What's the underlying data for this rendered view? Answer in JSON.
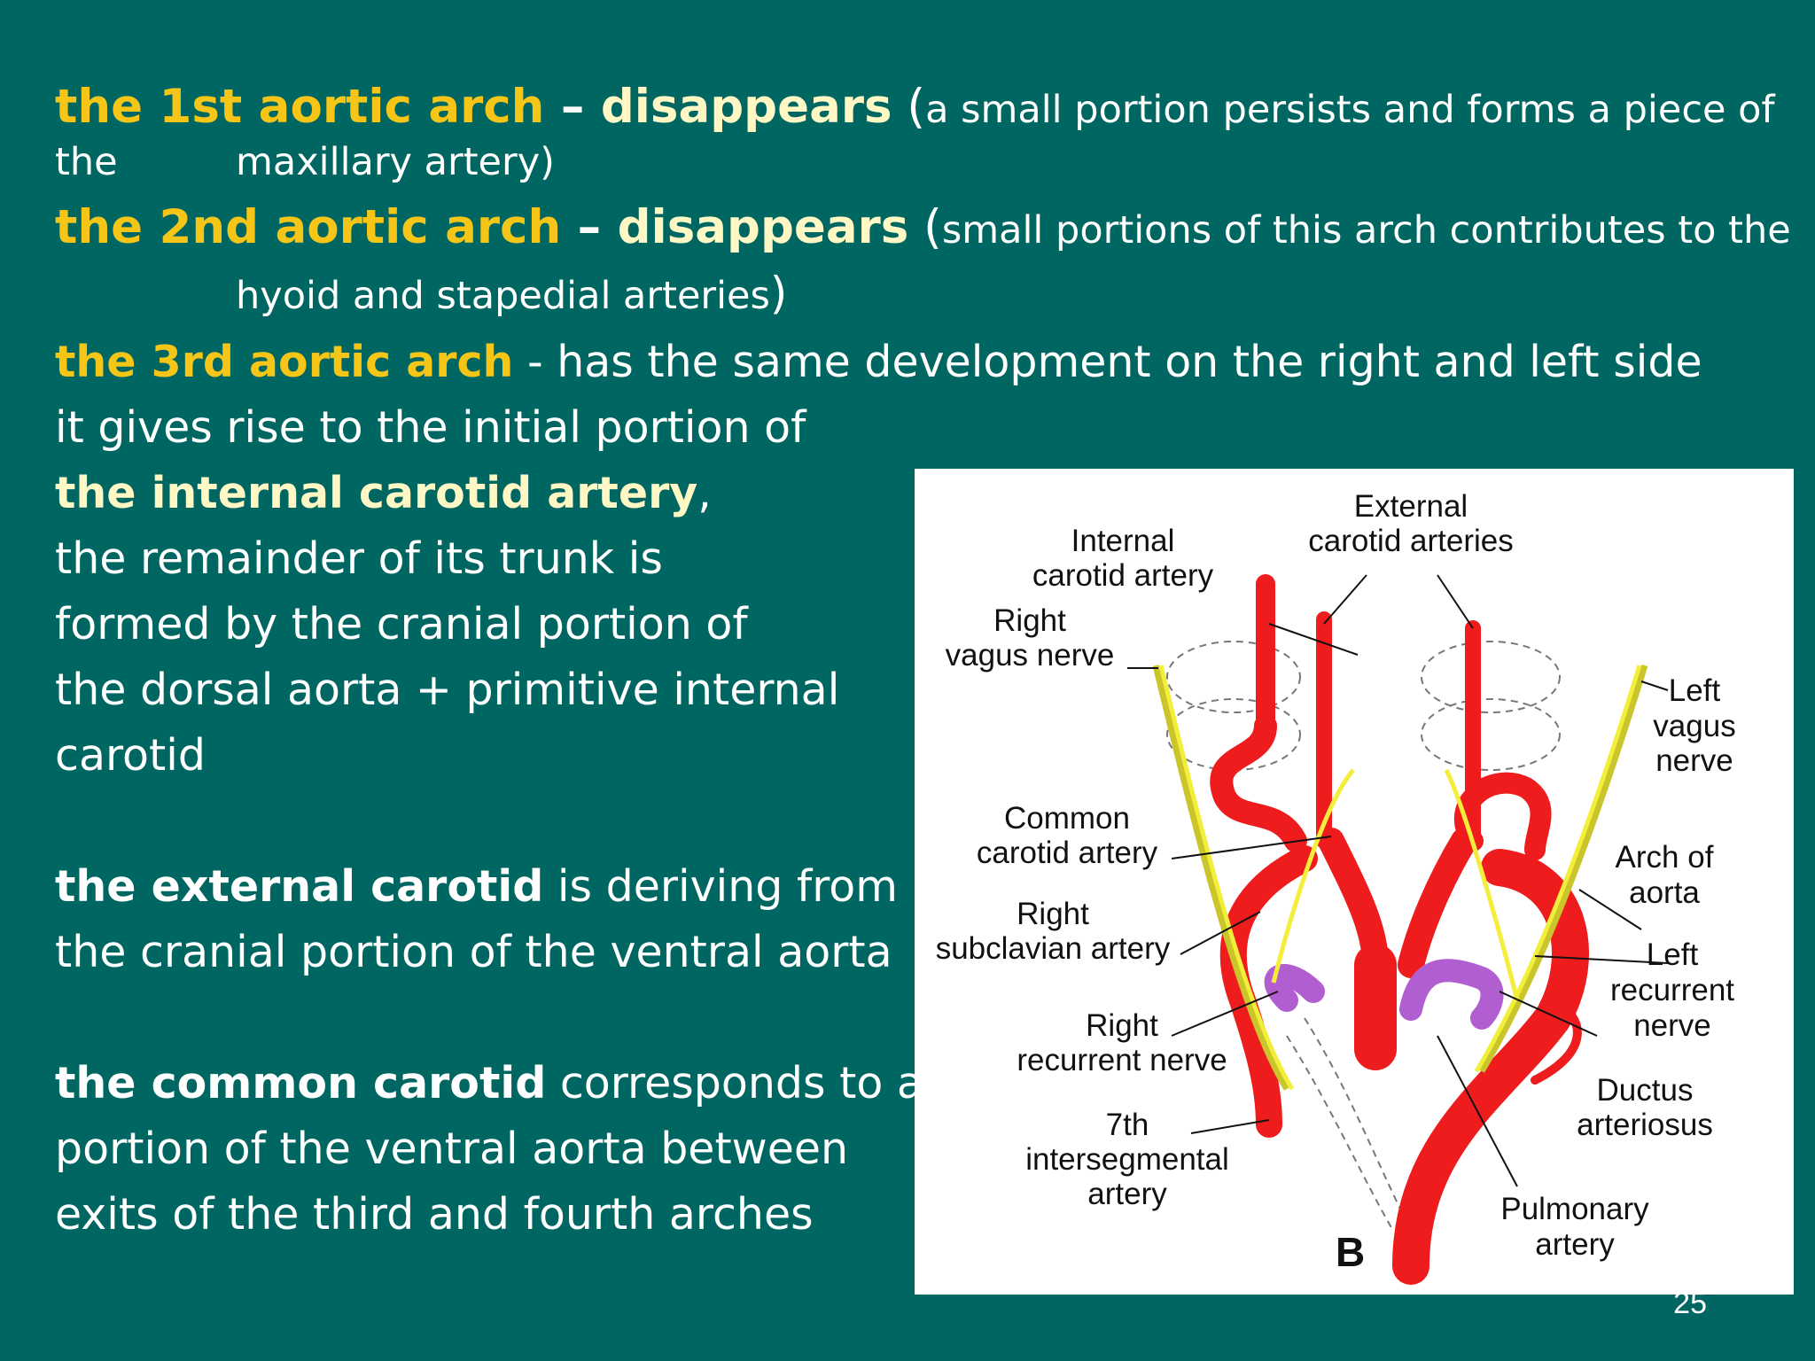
{
  "lines": {
    "l1": {
      "a": "the 1st aortic arch",
      "b": " – ",
      "c": "disappears",
      "d": " (",
      "e": "a small portion persists and forms a piece of"
    },
    "l1b": {
      "a": "the",
      "b": "maxillary artery)"
    },
    "l2": {
      "a": "the 2nd aortic arch",
      "b": " – ",
      "c": "disappears",
      "d": " (",
      "e": "small portions of this arch contributes to the"
    },
    "l2b": {
      "a": "hyoid and stapedial arteries",
      "b": ")"
    },
    "l3": {
      "a": "the 3rd aortic arch",
      "b": " - has the same development on the right and left side"
    },
    "l4": "it gives rise to the initial portion of",
    "l5": {
      "a": "the internal carotid artery",
      "b": ","
    },
    "l6": "the remainder of its trunk is",
    "l7": "formed by the cranial portion of",
    "l8": "the dorsal aorta + primitive internal",
    "l9": "carotid",
    "l10": {
      "a": "the external carotid",
      "b": " is deriving from"
    },
    "l11": "the cranial portion of the ventral aorta",
    "l12": {
      "a": "the common carotid",
      "b": " corresponds to a"
    },
    "l13": "portion of the ventral aorta between",
    "l14": "exits of the third and fourth arches"
  },
  "figure": {
    "labels": {
      "external": [
        "External",
        "carotid arteries"
      ],
      "internal": [
        "Internal",
        "carotid artery"
      ],
      "right_vagus": [
        "Right",
        "vagus nerve"
      ],
      "left_vagus": [
        "Left",
        "vagus",
        "nerve"
      ],
      "common": [
        "Common",
        "carotid artery"
      ],
      "arch": [
        "Arch of",
        "aorta"
      ],
      "right_subclavian": [
        "Right",
        "subclavian artery"
      ],
      "left_recurrent": [
        "Left",
        "recurrent",
        "nerve"
      ],
      "right_recurrent": [
        "Right",
        "recurrent nerve"
      ],
      "ductus": [
        "Ductus",
        "arteriosus"
      ],
      "seventh": [
        "7th",
        "intersegmental",
        "artery"
      ],
      "pulmonary": [
        "Pulmonary",
        "artery"
      ],
      "panel": "B"
    }
  },
  "page_number": "25",
  "colors": {
    "background": "#006661",
    "heading": "#f5c518",
    "emphasis": "#fff7c4",
    "artery": "#ee1c1c",
    "nerve": "#f2ee3a",
    "pulmonary": "#b15fd0"
  }
}
